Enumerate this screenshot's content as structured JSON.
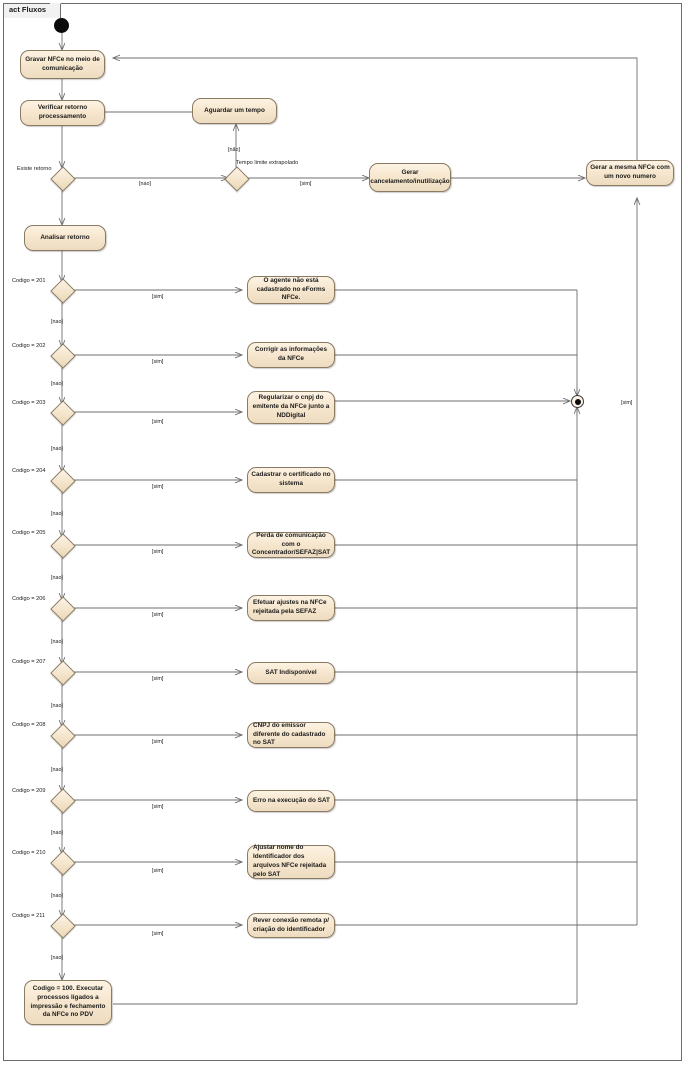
{
  "frame": {
    "label": "act Fluxos"
  },
  "palette": {
    "node_fill": "#f7e7cf",
    "node_border": "#8a7a62",
    "line": "#6f6f6f",
    "text": "#1b1b1b",
    "frame_border": "#6b6b6b",
    "initial_node": "#0b0b0b"
  },
  "nodes": {
    "initial": {
      "name": "initial-node"
    },
    "gravar": {
      "label": "Gravar NFCe no meio de comunicação"
    },
    "verificar": {
      "label": "Verificar retorno processamento"
    },
    "aguardar": {
      "label": "Aguardar um tempo"
    },
    "gerar_cancel": {
      "label": "Gerar cancelamento/inutilização"
    },
    "gerar_mesma": {
      "label": "Gerar a mesma NFCe com um novo numero"
    },
    "analisar": {
      "label": "Analisar retorno"
    },
    "final": {
      "name": "activity-final-node"
    },
    "fim": {
      "label": "Codigo = 100. Executar processos ligados a impressão e fechamento da NFCe no PDV"
    }
  },
  "decisions": [
    {
      "condition": "Existe retorno",
      "yes": "[nao]",
      "no": ""
    },
    {
      "condition": "Tempo limite extrapolado",
      "yes": "[sim]",
      "no": "[não]"
    }
  ],
  "branches": [
    {
      "condition": "Codigo = 201",
      "yes": "[sim]",
      "no": "[nao]",
      "action": "O agente não está cadastrado no eForms NFCe.",
      "align": "center"
    },
    {
      "condition": "Codigo = 202",
      "yes": "[sim]",
      "no": "[nao]",
      "action": "Corrigir as informações da NFCe",
      "align": "center"
    },
    {
      "condition": "Codigo = 203",
      "yes": "[sim]",
      "no": "[nao]",
      "action": "Regularizar o cnpj do emitente da NFCe junto a NDDigital",
      "align": "center"
    },
    {
      "condition": "Codigo = 204",
      "yes": "[sim]",
      "no": "[nao]",
      "action": "Cadastrar o certificado no sistema",
      "align": "center"
    },
    {
      "condition": "Codigo = 205",
      "yes": "[sim]",
      "no": "[nao]",
      "action": "Perda de comunicação com o Concentrador/SEFAZ|SAT",
      "align": "center"
    },
    {
      "condition": "Codigo = 206",
      "yes": "[sim]",
      "no": "[nao]",
      "action": "Efetuar ajustes na NFCe rejeitada pela SEFAZ",
      "align": "left"
    },
    {
      "condition": "Codigo = 207",
      "yes": "[sim]",
      "no": "[nao]",
      "action": "SAT Indisponível",
      "align": "center"
    },
    {
      "condition": "Codigo = 208",
      "yes": "[sim]",
      "no": "[nao]",
      "action": "CNPJ do emissor diferente do cadastrado no SAT",
      "align": "left"
    },
    {
      "condition": "Codigo = 209",
      "yes": "[sim]",
      "no": "[nao]",
      "action": "Erro na execução do SAT",
      "align": "left"
    },
    {
      "condition": "Codigo = 210",
      "yes": "[sim]",
      "no": "[nao]",
      "action": "Ajustar nome do Identificador dos arquivos NFCe rejeitada pelo SAT",
      "align": "left"
    },
    {
      "condition": "Codigo = 211",
      "yes": "[sim]",
      "no": "[nao]",
      "action": "Rever conexão remota p/ criação do identificador",
      "align": "left"
    }
  ],
  "edge_labels": {
    "retry_sim": "[sim]"
  },
  "chart_data": {
    "type": "diagram",
    "notation": "UML Activity Diagram",
    "title": "act Fluxos"
  }
}
